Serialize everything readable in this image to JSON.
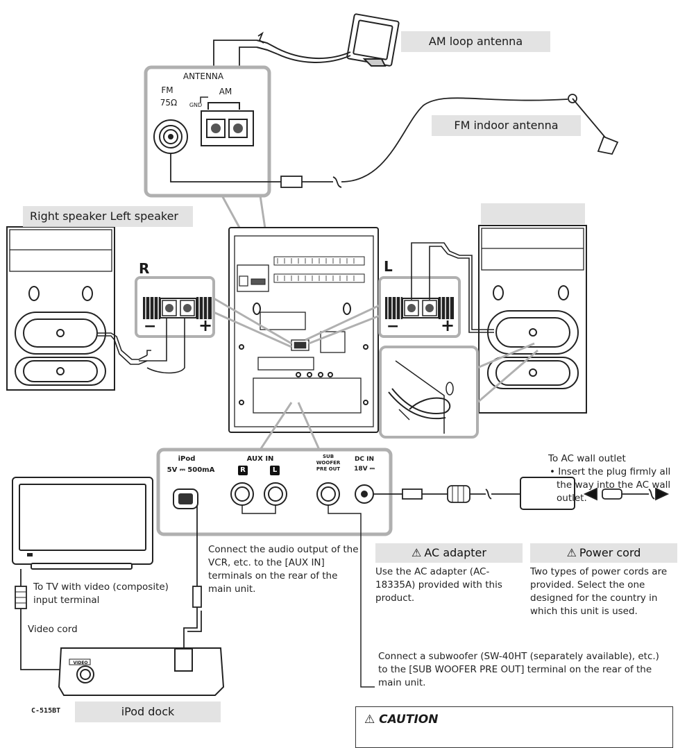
{
  "labels": {
    "am_loop_antenna": "AM loop antenna",
    "fm_indoor_antenna": "FM indoor antenna",
    "right_left_speaker": "Right speaker Left speaker",
    "ac_wall_outlet": "To AC wall outlet",
    "ac_wall_outlet_bullet": "Insert the plug firmly all the way into the AC wall outlet.",
    "aux_note": "Connect the audio output of the VCR, etc. to the [AUX IN] terminals on the rear of the main unit.",
    "tv_note": "To TV with video (composite) input terminal",
    "video_cord": "Video cord",
    "subwoofer_note": "Connect a subwoofer (SW-40HT (separately available), etc.) to the [SUB WOOFER PRE OUT] terminal on the rear of the main unit.",
    "ipod_dock": "iPod dock",
    "model": "C-515BT",
    "caution": "CAUTION"
  },
  "ac_adapter": {
    "heading": "AC adapter",
    "text": "Use the AC adapter (AC-18335A) provided with this product."
  },
  "power_cord": {
    "heading": "Power cord",
    "text": "Two types of power cords are provided. Select the one designed for the country in which this unit is used."
  },
  "antenna_panel": {
    "title": "ANTENNA",
    "fm": "FM",
    "fm_ohm": "75Ω",
    "gnd": "GND",
    "am": "AM"
  },
  "speaker_terminals": {
    "right": "R",
    "left": "L",
    "minus": "−",
    "plus": "+"
  },
  "rear_panel": {
    "ipod": "iPod",
    "ipod_rating": "5V ⎓ 500mA",
    "aux_in": "AUX IN",
    "aux_r": "R",
    "aux_l": "L",
    "sub_woofer": "SUB WOOFER PRE OUT",
    "dc_in": "DC IN",
    "dc_rating": "18V ⎓",
    "video": "VIDEO"
  },
  "icons": {
    "warning": "warning-triangle-icon"
  }
}
